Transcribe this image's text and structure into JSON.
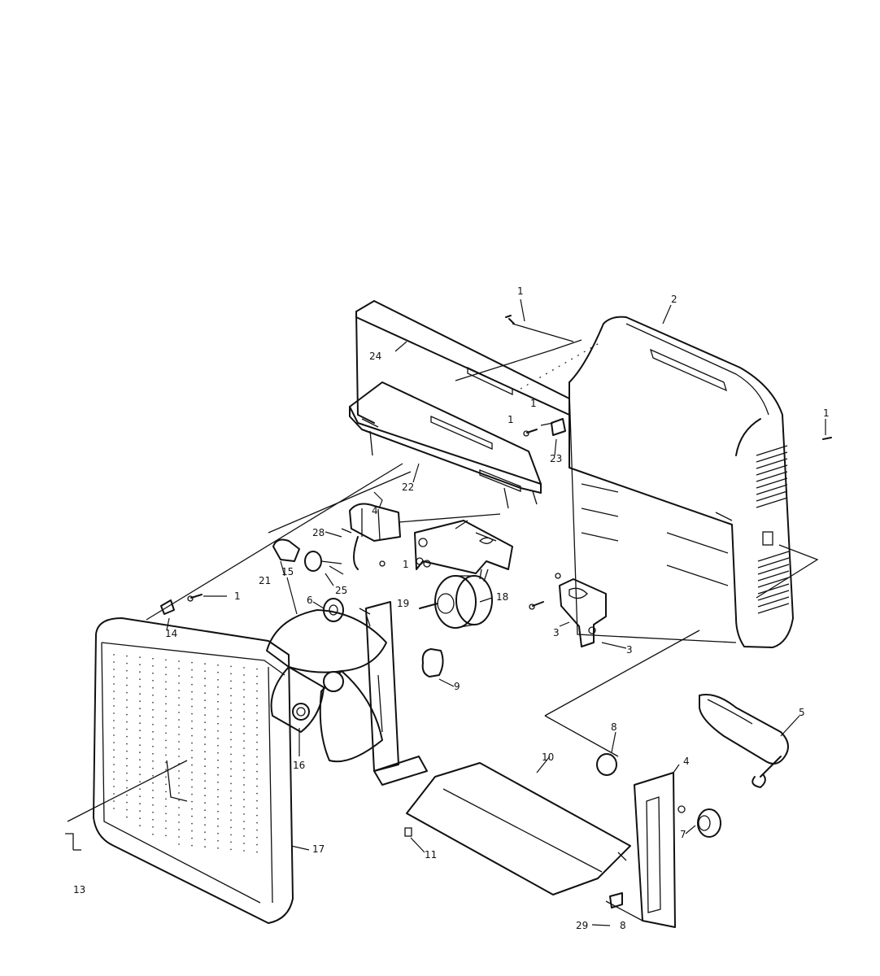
{
  "colors": {
    "ink": "#111111",
    "paper": "#ffffff"
  },
  "labels": {
    "p1": "1",
    "p2": "2",
    "p3": "3",
    "p4": "4",
    "p5": "5",
    "p6": "6",
    "p7": "7",
    "p8": "8",
    "p9": "9",
    "p10": "10",
    "p11": "11",
    "p13": "13",
    "p14": "14",
    "p15": "15",
    "p16": "16",
    "p17": "17",
    "p18": "18",
    "p19": "19",
    "p21": "21",
    "p22": "22",
    "p23": "23",
    "p24": "24",
    "p25": "25",
    "p28": "28",
    "p29": "29"
  }
}
